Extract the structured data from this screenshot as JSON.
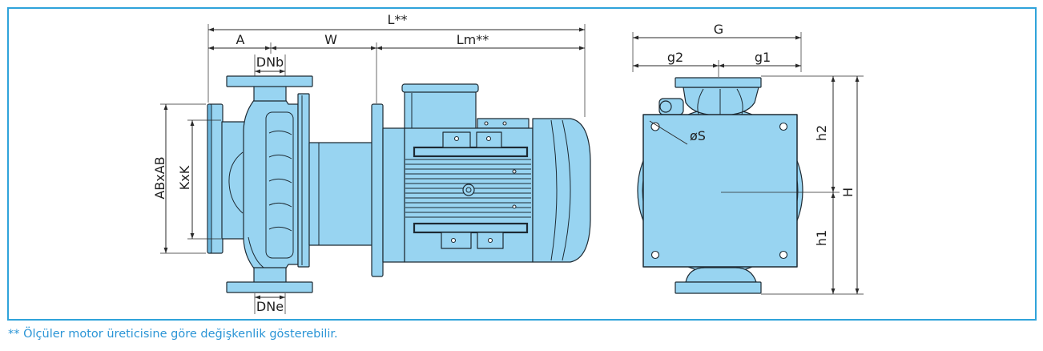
{
  "colors": {
    "frame_border": "#2fa3da",
    "footnote_text": "#2b95d6",
    "pump_body": "#98d4f1",
    "pump_shadow": "#6cb6dc",
    "outline": "#1d2a33",
    "dimension_line": "#2a2a2a"
  },
  "side_view": {
    "overall_length_label": "L**",
    "a_label": "A",
    "w_label": "W",
    "motor_length_label": "Lm**",
    "discharge_dn_label": "DNb",
    "suction_dn_label": "DNe",
    "flange_ab_label": "ABxAB",
    "bolt_k_label": "KxK"
  },
  "end_view": {
    "width_g_label": "G",
    "g2_label": "g2",
    "g1_label": "g1",
    "hole_label": "øS",
    "h2_label": "h2",
    "height_label": "H",
    "h1_label": "h1"
  },
  "footnote": "** Ölçüler motor üreticisine göre değişkenlik gösterebilir."
}
